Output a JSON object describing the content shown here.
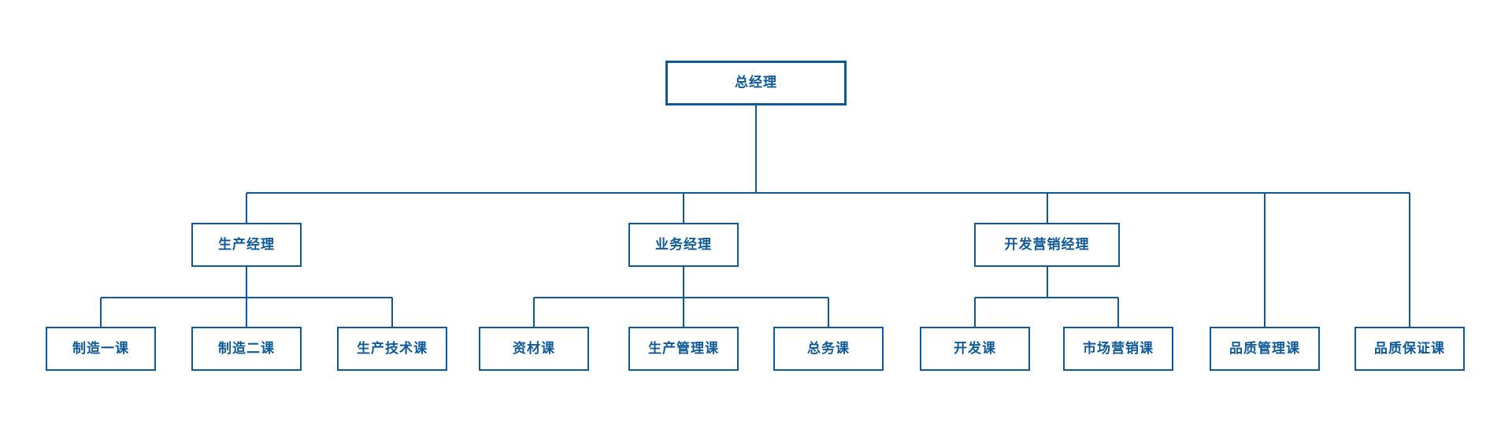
{
  "diagram": {
    "type": "org-chart",
    "accent_color": "#0F5A96",
    "background_color": "#FFFFFF",
    "root": {
      "label": "总经理"
    },
    "managers": [
      {
        "label": "生产经理",
        "children": [
          {
            "label": "制造一课"
          },
          {
            "label": "制造二课"
          },
          {
            "label": "生产技术课"
          }
        ]
      },
      {
        "label": "业务经理",
        "children": [
          {
            "label": "资材课"
          },
          {
            "label": "生产管理课"
          },
          {
            "label": "总务课"
          }
        ]
      },
      {
        "label": "开发营销经理",
        "children": [
          {
            "label": "开发课"
          },
          {
            "label": "市场营销课"
          }
        ]
      }
    ],
    "root_direct_children": [
      {
        "label": "品质管理课"
      },
      {
        "label": "品质保证课"
      }
    ]
  }
}
